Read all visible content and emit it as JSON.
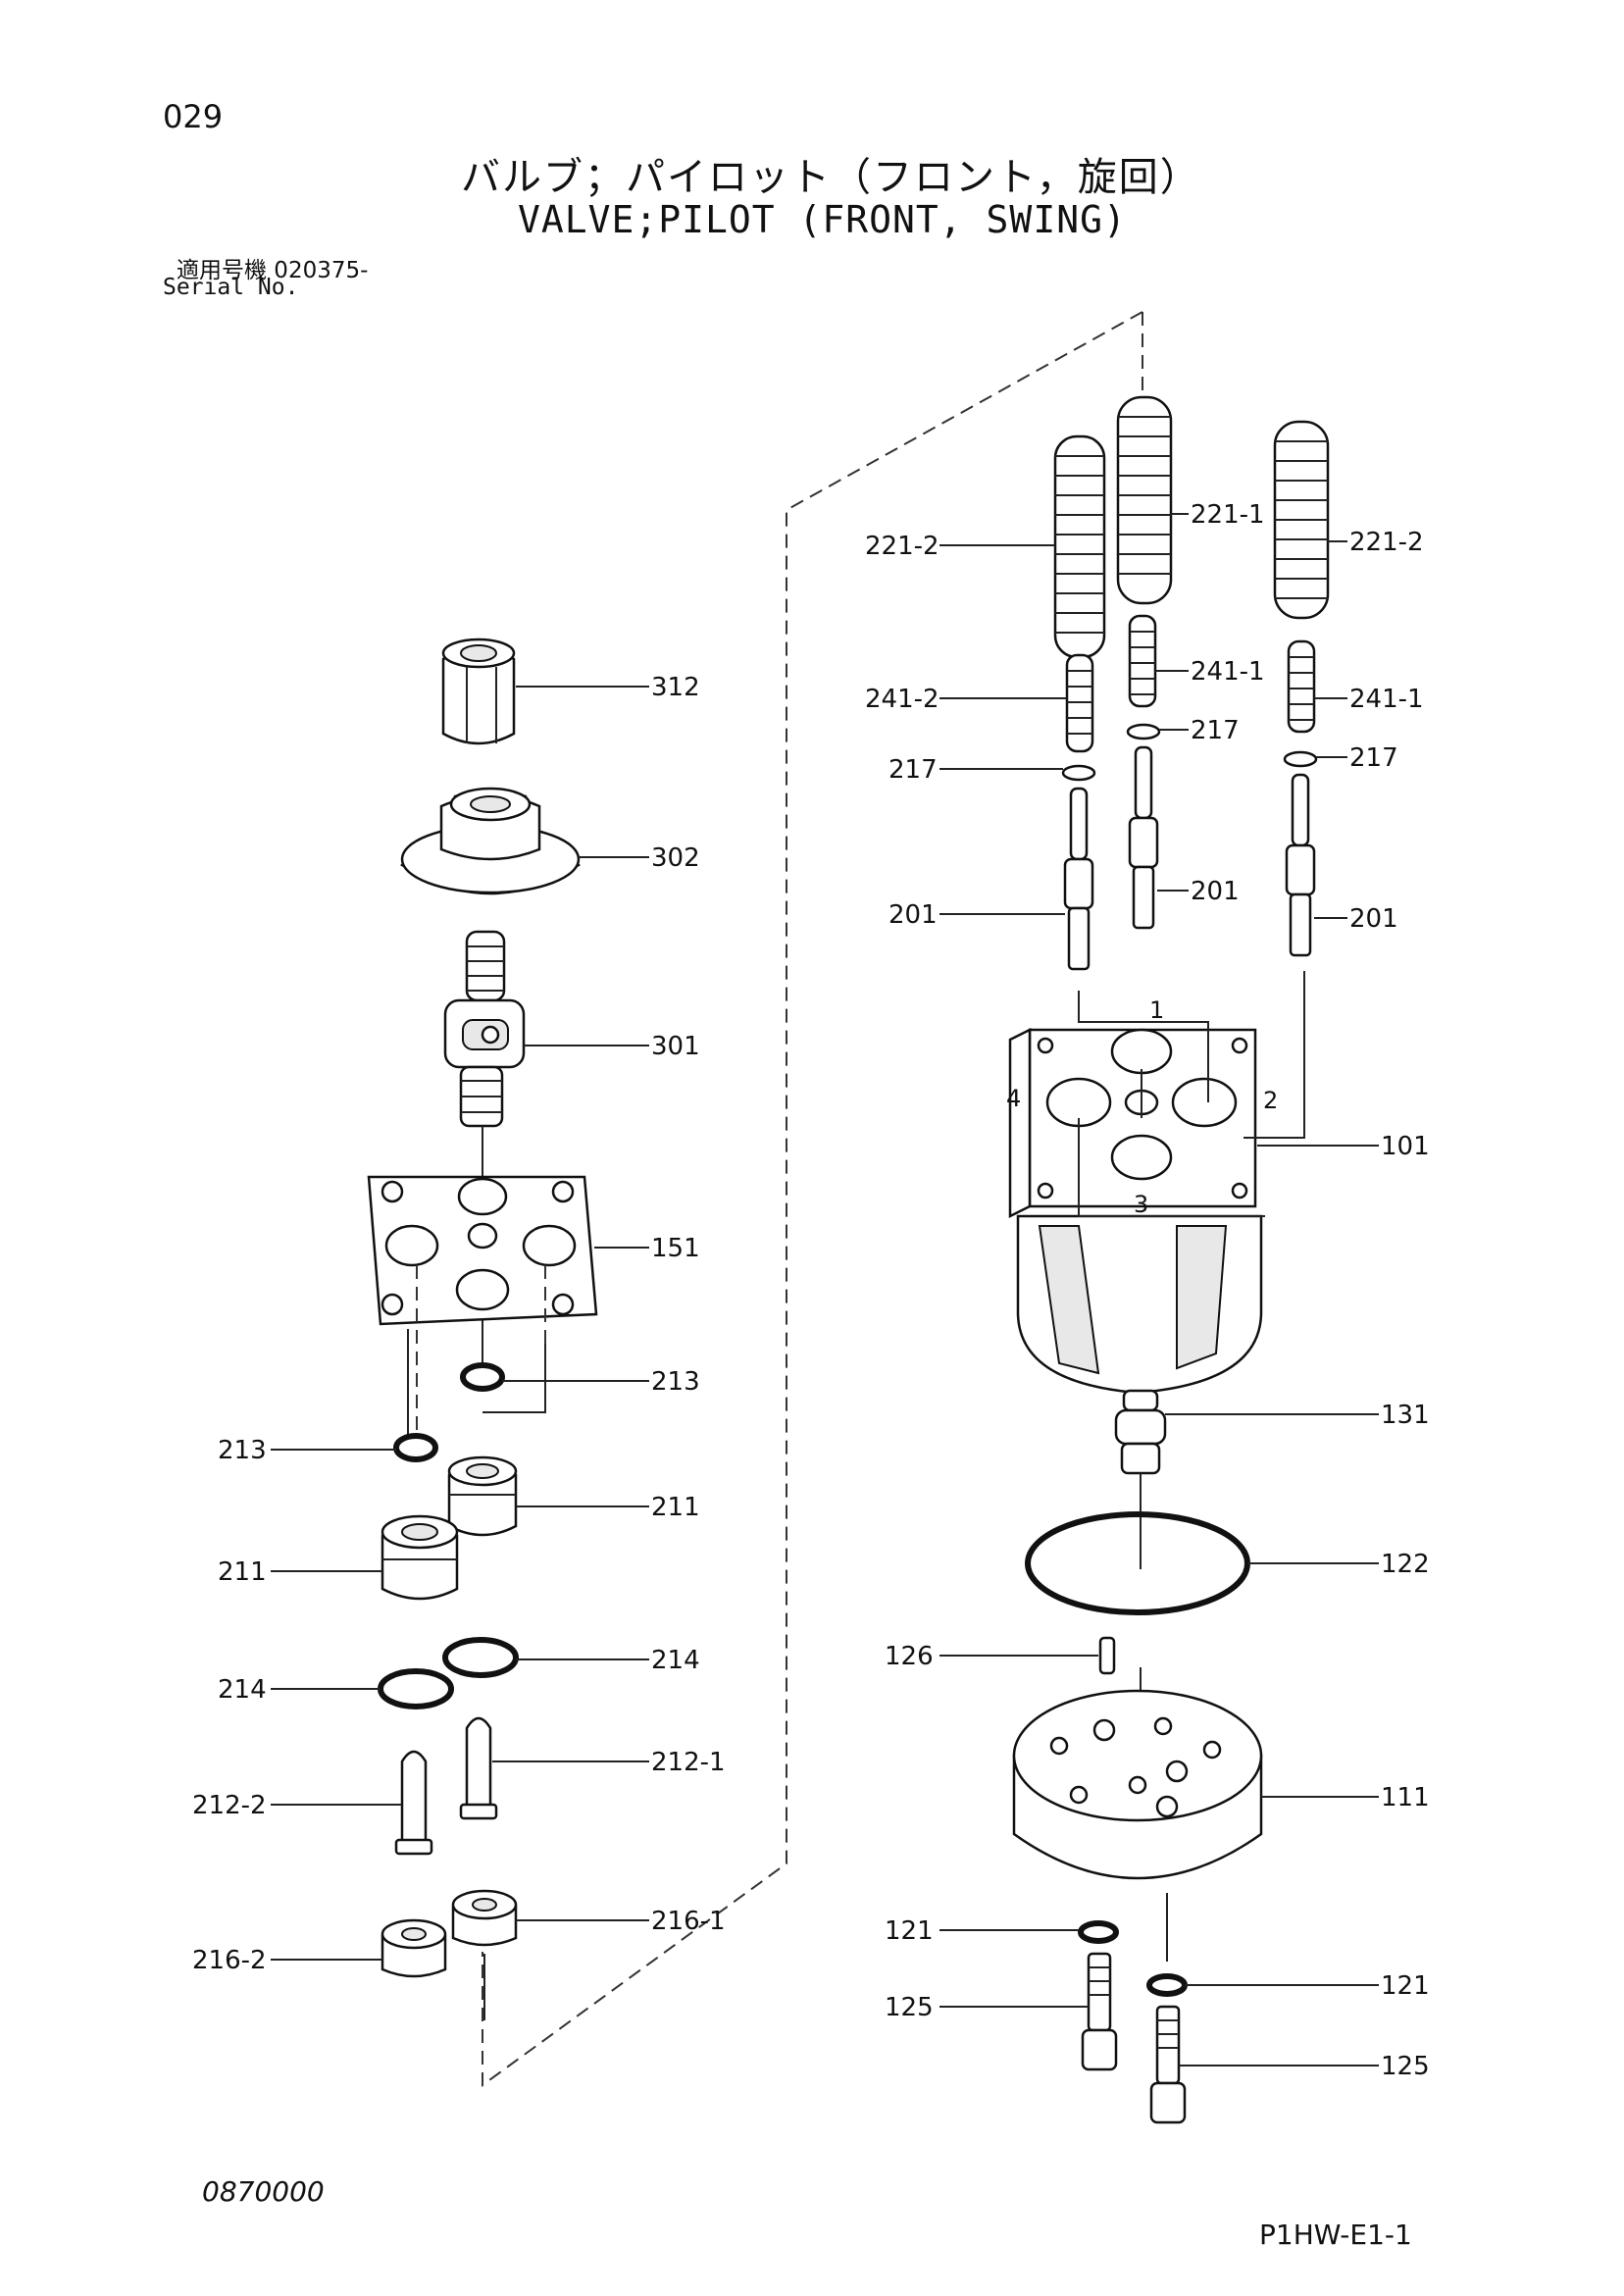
{
  "header": {
    "page_number": "029",
    "title_jp": "バルブ；パイロット（フロント，旋回）",
    "title_en": "VALVE;PILOT (FRONT, SWING)",
    "serial_label_jp": "適用号機  020375-",
    "serial_label_en": "Serial No."
  },
  "footer": {
    "doc_code": "0870000",
    "sheet_code": "P1HW-E1-1"
  },
  "callouts": {
    "c312": "312",
    "c302": "302",
    "c301": "301",
    "c151": "151",
    "c213a": "213",
    "c213b": "213",
    "c211a": "211",
    "c211b": "211",
    "c214a": "214",
    "c214b": "214",
    "c2121": "212-1",
    "c2122": "212-2",
    "c2161": "216-1",
    "c2162": "216-2",
    "c2212l": "221-2",
    "c2211": "221-1",
    "c2212r": "221-2",
    "c2412": "241-2",
    "c2411m": "241-1",
    "c2411r": "241-1",
    "c217l": "217",
    "c217m": "217",
    "c217r": "217",
    "c201l": "201",
    "c201m": "201",
    "c201r": "201",
    "c101": "101",
    "c131": "131",
    "c122": "122",
    "c126": "126",
    "c111": "111",
    "c121l": "121",
    "c121r": "121",
    "c125l": "125",
    "c125r": "125"
  },
  "port_numbers": {
    "p1": "1",
    "p2": "2",
    "p3": "3",
    "p4": "4"
  }
}
